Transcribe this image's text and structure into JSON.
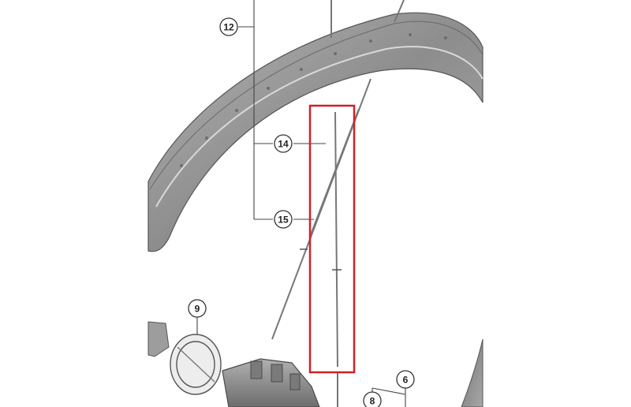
{
  "diagram": {
    "callouts": [
      {
        "id": "c12",
        "label": "12"
      },
      {
        "id": "c14",
        "label": "14"
      },
      {
        "id": "c15",
        "label": "15"
      },
      {
        "id": "c9",
        "label": "9"
      },
      {
        "id": "c6",
        "label": "6"
      },
      {
        "id": "c8",
        "label": "8"
      }
    ],
    "colors": {
      "rim_fill": "#9a9a9a",
      "rim_dark": "#6f6f6f",
      "rim_light": "#c9c9c9",
      "line": "#444444",
      "spoke": "#777777",
      "highlight_box": "#d0202a",
      "hub": "#8c8c8c"
    }
  }
}
